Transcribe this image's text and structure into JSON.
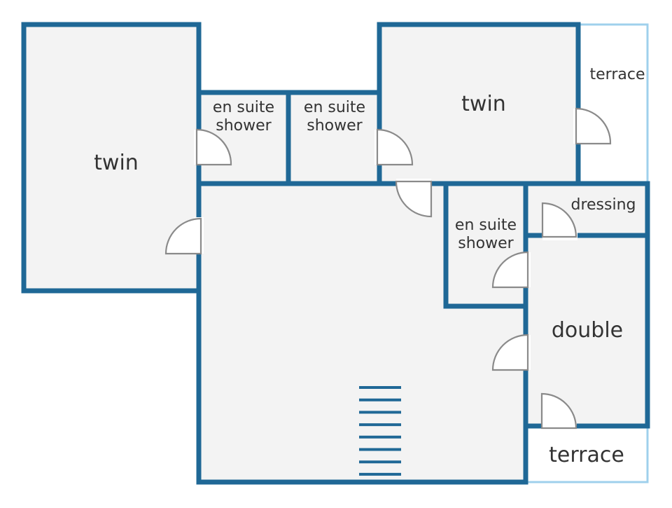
{
  "rooms": {
    "twin_left": "twin",
    "ensuite_1_line1": "en suite",
    "ensuite_1_line2": "shower",
    "ensuite_2_line1": "en suite",
    "ensuite_2_line2": "shower",
    "twin_right": "twin",
    "terrace_top": "terrace",
    "dressing": "dressing",
    "ensuite_3_line1": "en suite",
    "ensuite_3_line2": "shower",
    "double": "double",
    "terrace_bottom": "terrace"
  },
  "colors": {
    "wall": "#1f6896",
    "terrace_outline": "#9fd0ec",
    "floor": "#f3f3f3",
    "door": "#8a8a8a",
    "text": "#333333"
  },
  "stairs": {
    "steps": 8
  }
}
